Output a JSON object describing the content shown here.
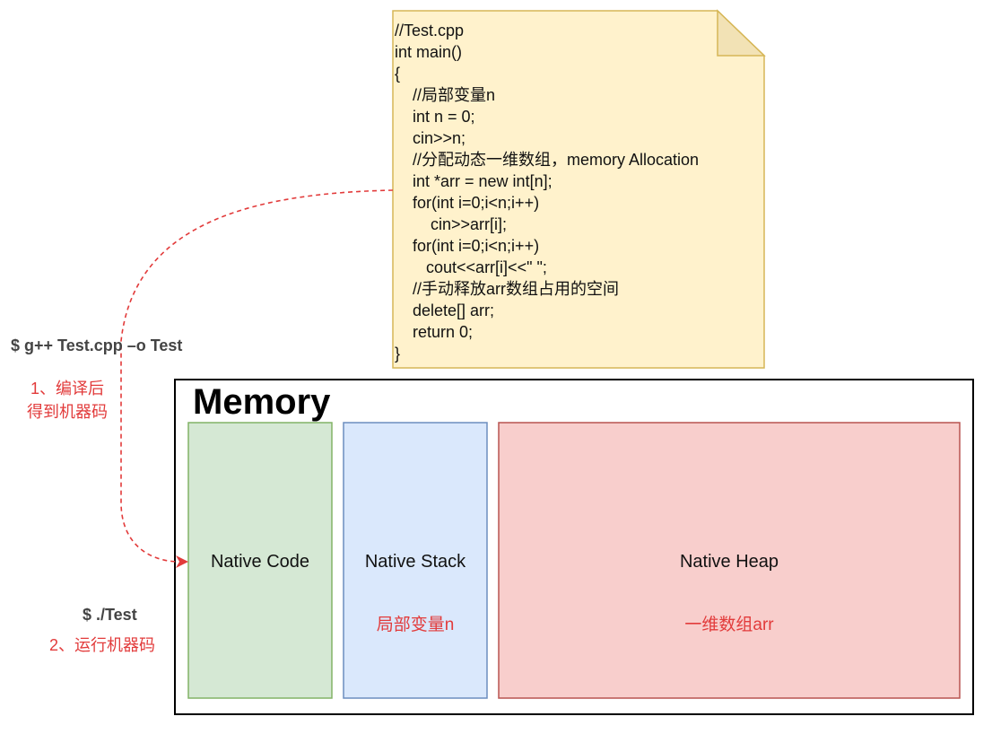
{
  "code_note": {
    "lines": [
      "//Test.cpp",
      "int main()",
      "{",
      "    //局部变量n",
      "    int n = 0;",
      "    cin>>n;",
      "    //分配动态一维数组，memory Allocation",
      "    int *arr = new int[n];",
      "    for(int i=0;i<n;i++)",
      "        cin>>arr[i];",
      "    for(int i=0;i<n;i++)",
      "       cout<<arr[i]<<\" \";",
      "    //手动释放arr数组占用的空间",
      "    delete[] arr;",
      "    return 0;",
      "}"
    ]
  },
  "commands": {
    "compile": "$ g++ Test.cpp –o Test",
    "run": "$ ./Test"
  },
  "steps": {
    "compile_step": "1、编译后\n得到机器码",
    "run_step": "2、运行机器码"
  },
  "memory": {
    "title": "Memory",
    "regions": [
      {
        "name": "Native Code",
        "sub": ""
      },
      {
        "name": "Native Stack",
        "sub": "局部变量n"
      },
      {
        "name": "Native Heap",
        "sub": "一维数组arr"
      }
    ]
  },
  "colors": {
    "note_fill": "#fff2cc",
    "note_border": "#d6b656",
    "code_fill": "#d5e8d4",
    "code_border": "#82b366",
    "stack_fill": "#dae8fc",
    "stack_border": "#6c8ebf",
    "heap_fill": "#f8cecc",
    "heap_border": "#b85450",
    "accent_red": "#e23b3b"
  }
}
